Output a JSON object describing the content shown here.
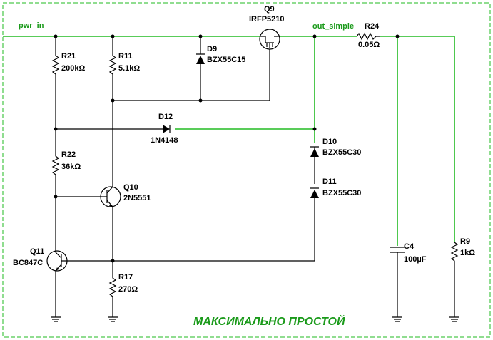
{
  "title": "МАКСИМАЛЬНО ПРОСТОЙ",
  "nets": {
    "pwr_in": "pwr_in",
    "out_simple": "out_simple"
  },
  "components": {
    "Q9": {
      "ref": "Q9",
      "value": "IRFP5210"
    },
    "R24": {
      "ref": "R24",
      "value": "0.05Ω"
    },
    "R21": {
      "ref": "R21",
      "value": "200kΩ"
    },
    "R11": {
      "ref": "R11",
      "value": "5.1kΩ"
    },
    "D9": {
      "ref": "D9",
      "value": "BZX55C15"
    },
    "D12": {
      "ref": "D12",
      "value": "1N4148"
    },
    "D10": {
      "ref": "D10",
      "value": "BZX55C30"
    },
    "D11": {
      "ref": "D11",
      "value": "BZX55C30"
    },
    "R22": {
      "ref": "R22",
      "value": "36kΩ"
    },
    "Q10": {
      "ref": "Q10",
      "value": "2N5551"
    },
    "Q11": {
      "ref": "Q11",
      "value": "BC847C"
    },
    "R17": {
      "ref": "R17",
      "value": "270Ω"
    },
    "C4": {
      "ref": "C4",
      "value": "100µF"
    },
    "R9": {
      "ref": "R9",
      "value": "1kΩ"
    }
  },
  "colors": {
    "wire": "#000000",
    "highlight_wire": "#22bb22",
    "border": "#22bb22",
    "text_net": "#1a9a1a"
  }
}
